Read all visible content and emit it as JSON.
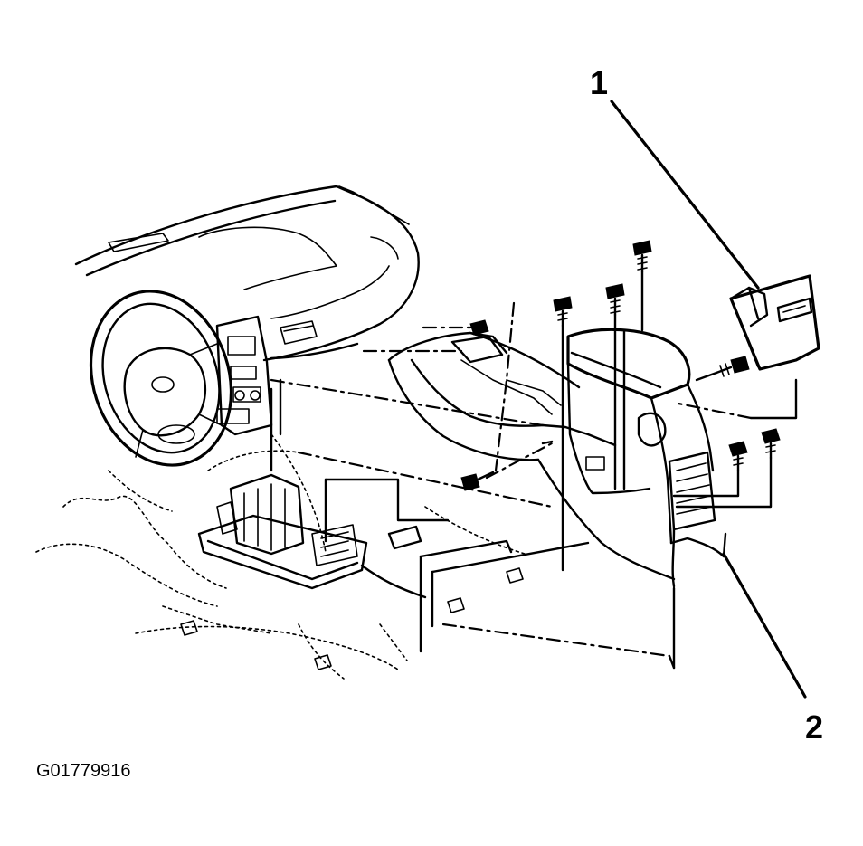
{
  "callouts": {
    "one": "1",
    "two": "2"
  },
  "figure_id": "G01779916",
  "colors": {
    "line": "#000000",
    "background": "#ffffff"
  }
}
